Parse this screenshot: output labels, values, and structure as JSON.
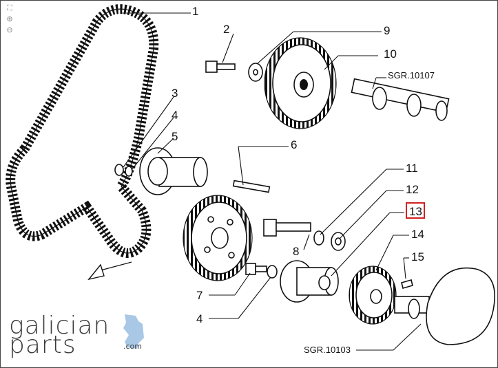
{
  "toolbar": {
    "items": [
      {
        "icon": "fit-page-icon",
        "glyph": "⛶"
      },
      {
        "icon": "zoom-in-icon",
        "glyph": "⊕"
      },
      {
        "icon": "zoom-out-icon",
        "glyph": "⊖"
      }
    ]
  },
  "callouts": {
    "p1": "1",
    "p2": "2",
    "p3": "3",
    "p4a": "4",
    "p4b": "4",
    "p5": "5",
    "p6": "6",
    "p7": "7",
    "p8": "8",
    "p9": "9",
    "p10": "10",
    "p11": "11",
    "p12": "12",
    "p13": "13",
    "p14": "14",
    "p15": "15"
  },
  "references": {
    "camshaft": "SGR.10107",
    "crankshaft": "SGR.10103"
  },
  "highlight_color": "#d22020",
  "logo": {
    "line1": "galician",
    "line2": "parts",
    "tld": ".com",
    "map_color": "#a9c8e6"
  }
}
